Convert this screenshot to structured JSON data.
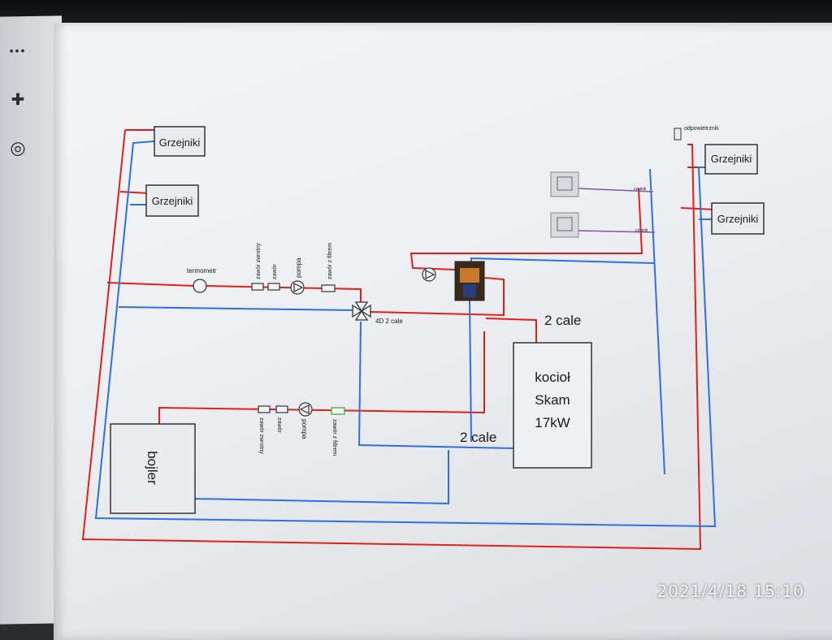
{
  "colors": {
    "supply": "#e0201a",
    "return": "#2f6ee6",
    "outline": "#333333",
    "screen": "#eef0f2"
  },
  "sidebar": {
    "items": [
      {
        "icon": "more-icon",
        "glyph": "•••"
      },
      {
        "icon": "add-shape-icon",
        "glyph": "✚"
      },
      {
        "icon": "camera-icon",
        "glyph": "◎"
      }
    ]
  },
  "labels": {
    "radiator_1": "Grzejniki",
    "radiator_2": "Grzejniki",
    "radiator_3": "Grzejniki",
    "radiator_4": "Grzejniki",
    "air_vent": "odpowietrznik",
    "thermometer": "termometr",
    "check_valve_top": "zawór zwrotny",
    "valve_top": "zawór",
    "pump_top": "pompa",
    "filter_valve_top": "zawór z filtrem",
    "mixing_valve": "4D 2 cale",
    "pipe_size_top": "2 cale",
    "pipe_size_bottom": "2 cale",
    "boiler": "bojler",
    "furnace_line1": "kocioł",
    "furnace_line2": "Skam",
    "furnace_line3": "17kW",
    "check_valve_bottom": "zawór zwrotny",
    "valve_bottom": "zawór",
    "pump_bottom": "pompa",
    "filter_valve_bottom": "zawór z filtrem",
    "sensor_1": "czujnik",
    "sensor_2": "czujnik"
  },
  "timestamp": "2021/4/18 15:10"
}
